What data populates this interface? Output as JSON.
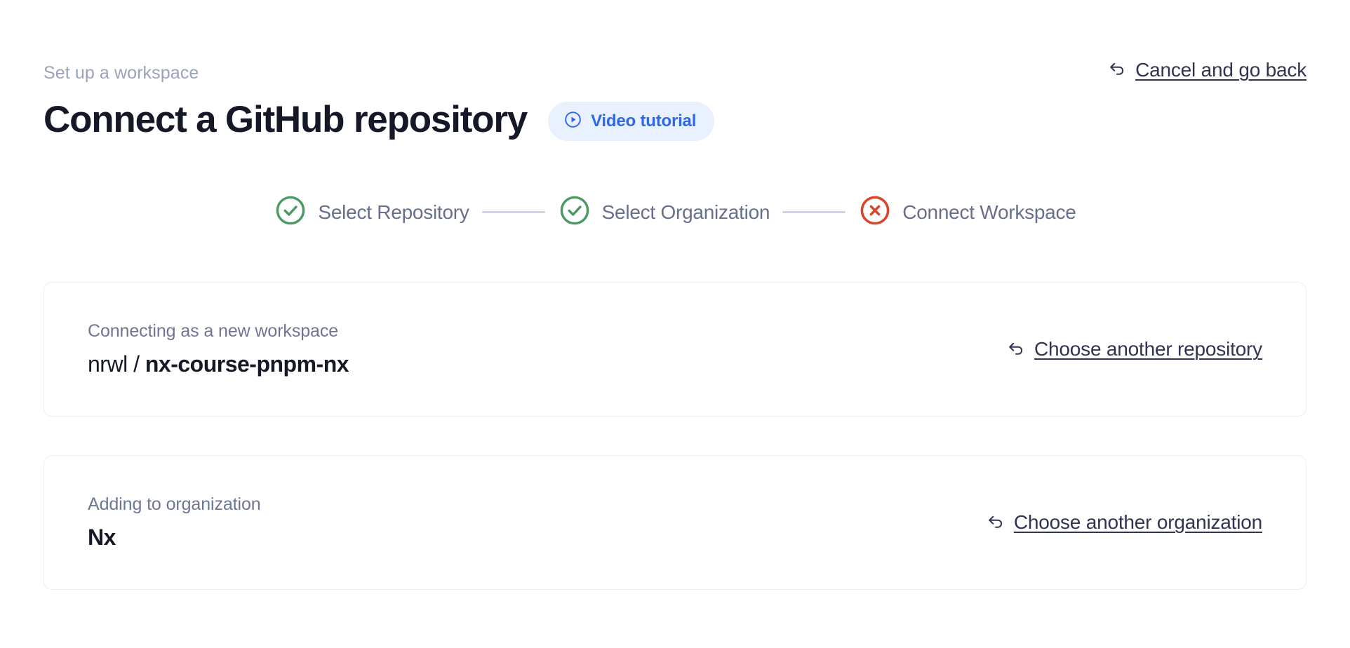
{
  "header": {
    "breadcrumb": "Set up a workspace",
    "title": "Connect a GitHub repository",
    "video_badge": {
      "label": "Video tutorial",
      "icon": "play-circle-icon",
      "bg_color": "#e9f0fe",
      "text_color": "#2f68e8"
    },
    "cancel_link": {
      "label": "Cancel and go back",
      "icon": "arrow-uturn-left-icon"
    }
  },
  "stepper": {
    "connector_color": "#ced4e3",
    "steps": [
      {
        "label": "Select Repository",
        "state": "complete",
        "icon": "check-circle-icon",
        "color": "#4a9960"
      },
      {
        "label": "Select Organization",
        "state": "complete",
        "icon": "check-circle-icon",
        "color": "#4a9960"
      },
      {
        "label": "Connect Workspace",
        "state": "error",
        "icon": "x-circle-icon",
        "color": "#d9472b"
      }
    ]
  },
  "cards": [
    {
      "caption": "Connecting as a new workspace",
      "value_owner": "nrwl",
      "value_separator": " / ",
      "value_repo": "nx-course-pnpm-nx",
      "action": {
        "label": "Choose another repository",
        "icon": "arrow-uturn-left-icon"
      }
    },
    {
      "caption": "Adding to organization",
      "value": "Nx",
      "action": {
        "label": "Choose another organization",
        "icon": "arrow-uturn-left-icon"
      }
    }
  ]
}
